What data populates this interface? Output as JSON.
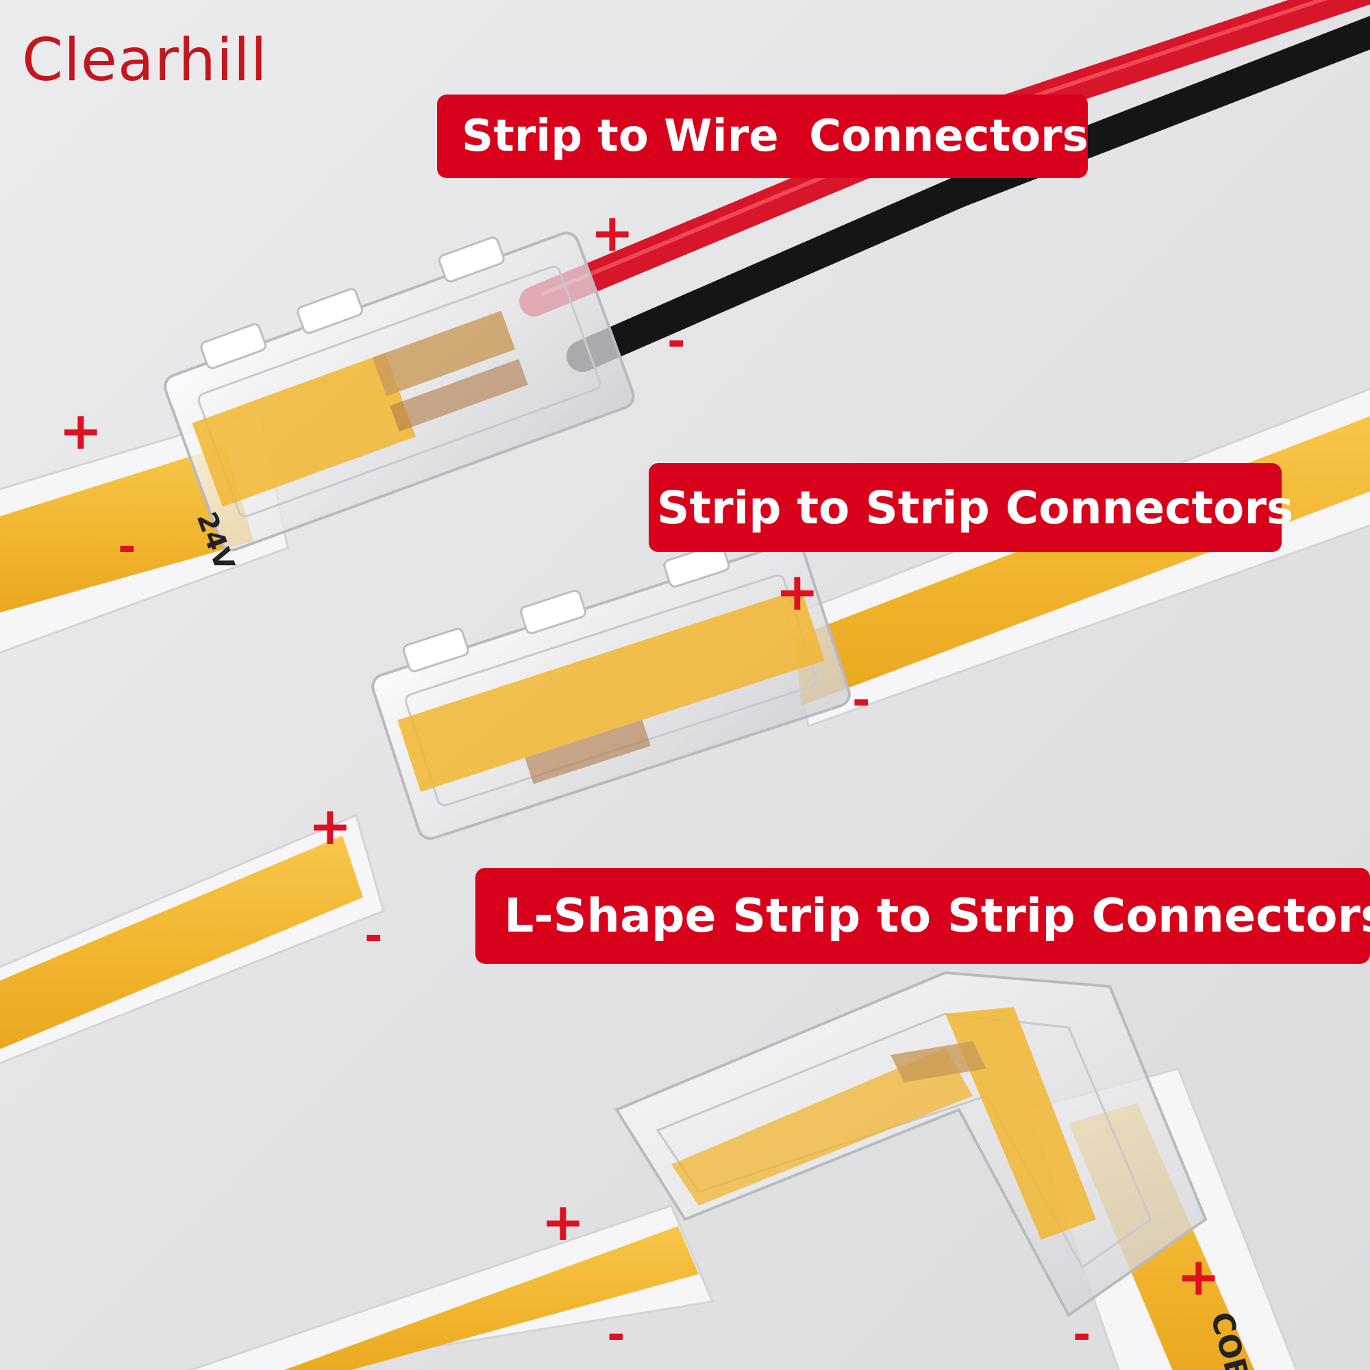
{
  "brand": {
    "name": "Clearhill"
  },
  "labels": {
    "strip_to_wire": "Strip to Wire  Connectors",
    "strip_to_strip": "Strip to Strip Connectors",
    "l_shape": "L-Shape Strip to Strip Connectors"
  },
  "polarity": {
    "plus": "+",
    "minus": "-"
  },
  "strip_print": {
    "voltage": "24V",
    "brand_print": "COB"
  },
  "colors": {
    "accent": "#d9001b",
    "brand": "#c4161c",
    "led": "#f2b630",
    "wire_red": "#d8162a",
    "wire_black": "#151515"
  }
}
